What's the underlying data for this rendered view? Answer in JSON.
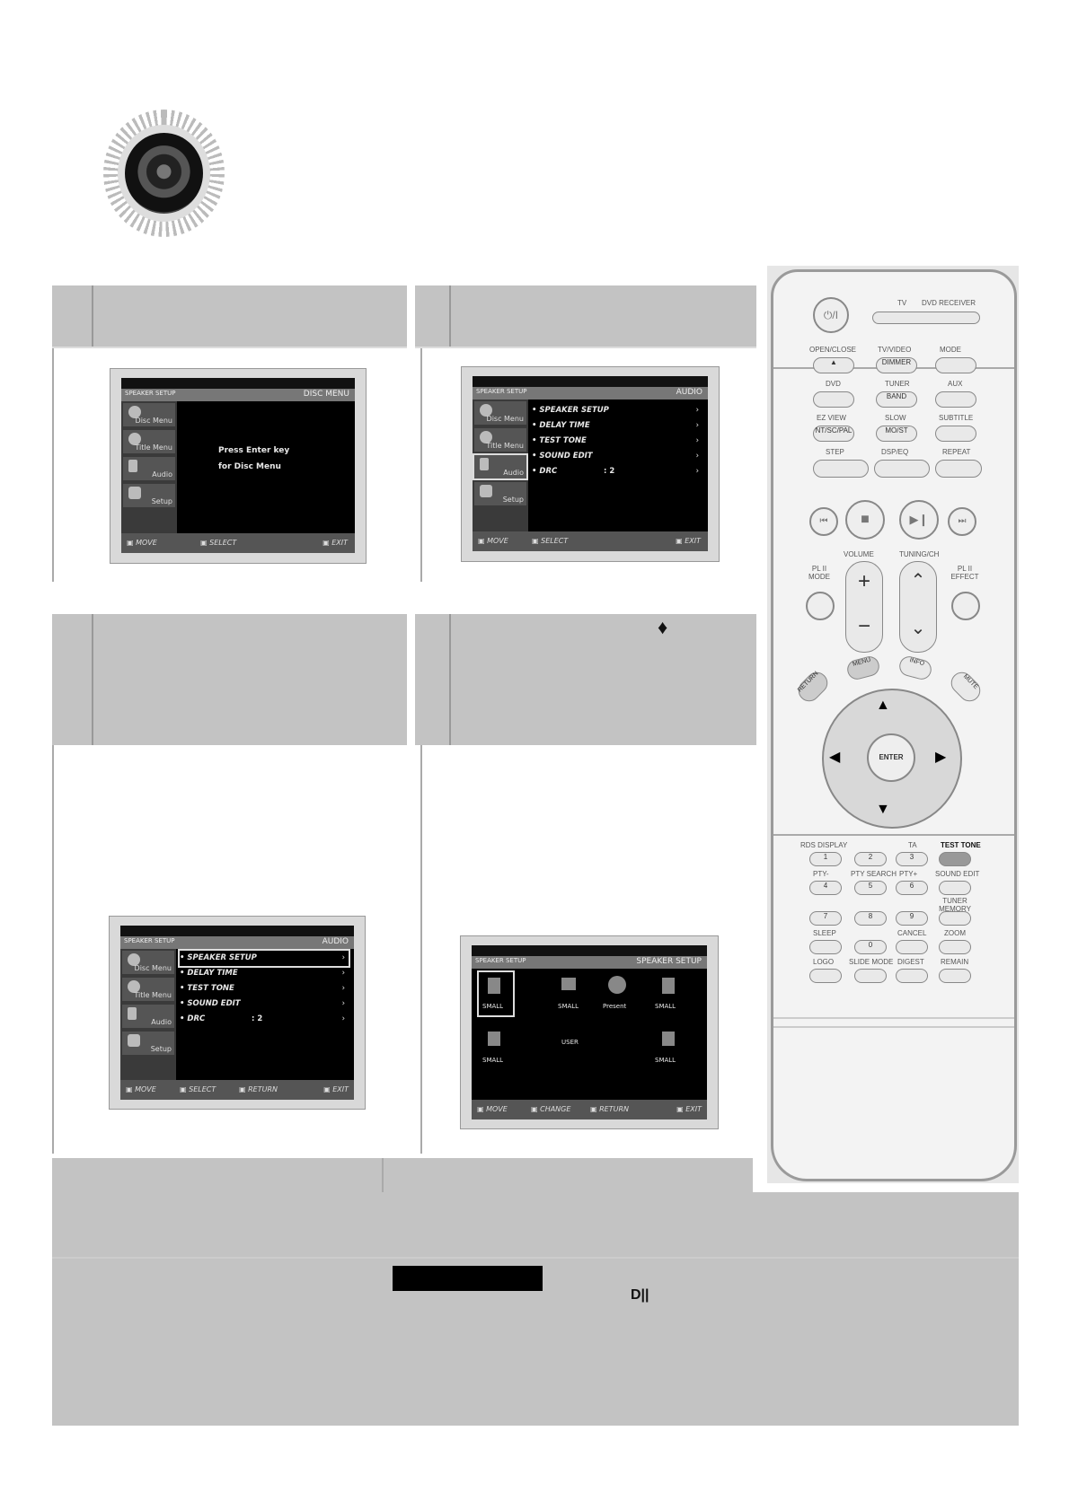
{
  "screens": {
    "disc_menu": {
      "header_left": "SPEAKER SETUP",
      "header_right": "DISC MENU",
      "sidebar": [
        "Disc Menu",
        "Title Menu",
        "Audio",
        "Setup"
      ],
      "message_line1": "Press Enter key",
      "message_line2": "for Disc Menu",
      "footer": [
        "MOVE",
        "SELECT",
        "EXIT"
      ]
    },
    "audio_1": {
      "header_left": "SPEAKER SETUP",
      "header_right": "AUDIO",
      "sidebar": [
        "Disc Menu",
        "Title Menu",
        "Audio",
        "Setup"
      ],
      "items": [
        "SPEAKER SETUP",
        "DELAY TIME",
        "TEST TONE",
        "SOUND EDIT",
        "DRC"
      ],
      "drc_value": ": 2",
      "footer": [
        "MOVE",
        "SELECT",
        "EXIT"
      ]
    },
    "audio_2": {
      "header_left": "SPEAKER SETUP",
      "header_right": "AUDIO",
      "sidebar": [
        "Disc Menu",
        "Title Menu",
        "Audio",
        "Setup"
      ],
      "items": [
        "SPEAKER SETUP",
        "DELAY TIME",
        "TEST TONE",
        "SOUND EDIT",
        "DRC"
      ],
      "drc_value": ": 2",
      "footer": [
        "MOVE",
        "SELECT",
        "RETURN",
        "EXIT"
      ]
    },
    "speaker_setup": {
      "header_left": "SPEAKER SETUP",
      "header_right": "SPEAKER SETUP",
      "row1": [
        "SMALL",
        "SMALL",
        "Present",
        "SMALL"
      ],
      "row2": [
        "SMALL",
        "SMALL"
      ],
      "center_label": "USER",
      "footer": [
        "MOVE",
        "CHANGE",
        "RETURN",
        "EXIT"
      ]
    }
  },
  "diamond": "♦",
  "dolby_logo": "D||",
  "remote": {
    "power": "⏻/I",
    "tv": "TV",
    "dvd_receiver": "DVD RECEIVER",
    "row1": [
      "OPEN/CLOSE",
      "TV/VIDEO",
      "MODE"
    ],
    "row1b": [
      "▲",
      "DIMMER",
      ""
    ],
    "row2": [
      "DVD",
      "TUNER",
      "AUX"
    ],
    "row2b": [
      "",
      "BAND",
      ""
    ],
    "row3": [
      "EZ VIEW",
      "SLOW",
      "SUBTITLE"
    ],
    "row3b": [
      "NT/SC/PAL",
      "MO/ST",
      ""
    ],
    "row4": [
      "STEP",
      "DSP/EQ",
      "REPEAT"
    ],
    "volume": "VOLUME",
    "tuning": "TUNING/CH",
    "pl2_mode": "PL II MODE",
    "pl2_effect": "PL II EFFECT",
    "menu": "MENU",
    "info": "INFO",
    "return": "RETURN",
    "mute": "MUTE",
    "enter": "ENTER",
    "num_labels": [
      "RDS DISPLAY",
      "TA",
      "TEST TONE",
      "PTY-",
      "PTY SEARCH",
      "PTY+",
      "SOUND EDIT",
      "TUNER MEMORY",
      "SLEEP",
      "CANCEL",
      "ZOOM",
      "LOGO",
      "SLIDE MODE",
      "DIGEST",
      "REMAIN"
    ],
    "digits": [
      "1",
      "2",
      "3",
      "4",
      "5",
      "6",
      "7",
      "8",
      "9",
      "0"
    ]
  }
}
